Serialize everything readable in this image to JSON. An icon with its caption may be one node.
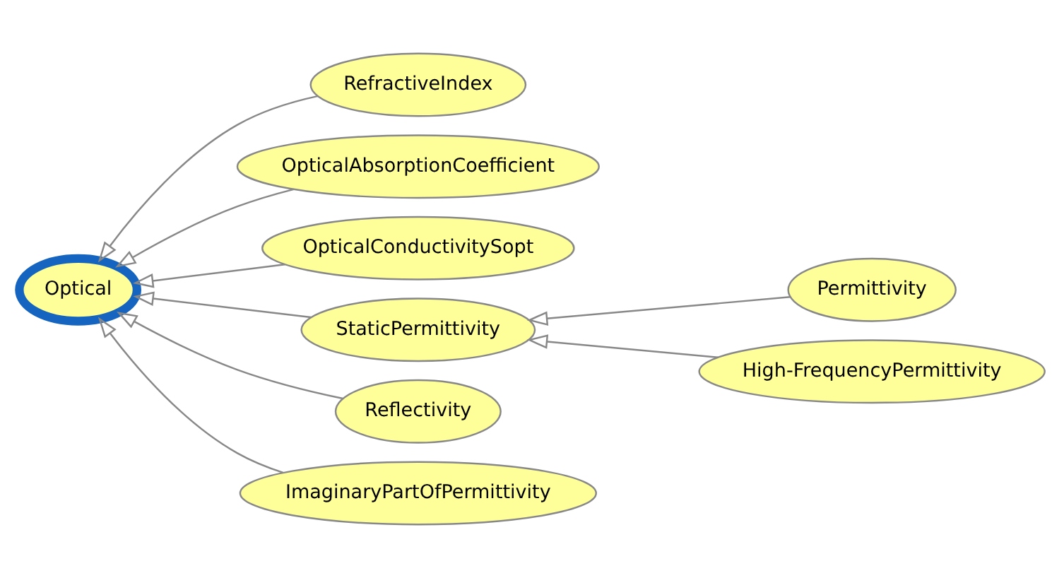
{
  "diagram": {
    "nodes": [
      {
        "text": [
          "Optical"
        ]
      },
      {
        "text": [
          "RefractiveIndex"
        ]
      },
      {
        "text": [
          "OpticalAbsorptionCoefficient"
        ]
      },
      {
        "text": [
          "OpticalConductivitySopt"
        ]
      },
      {
        "text": [
          "StaticPermittivity"
        ]
      },
      {
        "text": [
          "Permittivity"
        ]
      },
      {
        "text": [
          "High-FrequencyPermittivity"
        ]
      },
      {
        "text": [
          "Reflectivity"
        ]
      },
      {
        "text": [
          "ImaginaryPartOfPermittivity"
        ]
      }
    ],
    "edges": [
      {
        "from": 1,
        "to": 0,
        "arrow": "to"
      },
      {
        "from": 2,
        "to": 0,
        "arrow": "to"
      },
      {
        "from": 3,
        "to": 0,
        "arrow": "to"
      },
      {
        "from": 4,
        "to": 0,
        "arrow": "to"
      },
      {
        "from": 7,
        "to": 0,
        "arrow": "to"
      },
      {
        "from": 8,
        "to": 0,
        "arrow": "to"
      },
      {
        "from": 5,
        "to": 4,
        "arrow": "to"
      },
      {
        "from": 6,
        "to": 4,
        "arrow": "to"
      }
    ]
  }
}
